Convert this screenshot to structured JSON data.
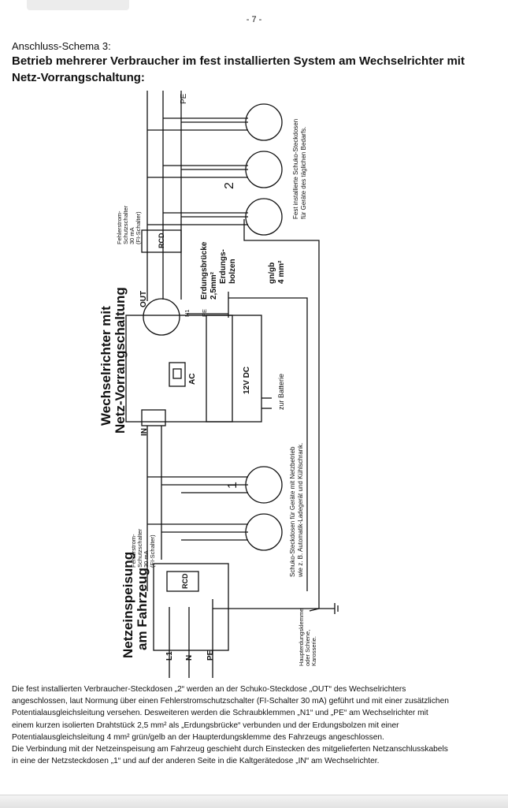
{
  "page": {
    "number": "- 7 -",
    "subtitle": "Anschluss-Schema 3:",
    "title": "Betrieb mehrerer Verbraucher im fest installierten System am Wechselrichter mit Netz-Vorrangschaltung:"
  },
  "diagram": {
    "pe_top": "PE",
    "sockets_fixed_note_1": "Fest installierte Schuko-Steckdosen",
    "sockets_fixed_note_2": "für Geräte des täglichen Bedarfs.",
    "group2": "2",
    "rcd_top_1": "Fehlerstrom-",
    "rcd_top_2": "Schutzschalter",
    "rcd_top_3": "30 mA",
    "rcd_top_4": "(FI-Schalter)",
    "rcd_label": "RCD",
    "bridge_1": "Erdungsbrücke",
    "bridge_2": "2,5mm²",
    "bolt_1": "Erdungs-",
    "bolt_2": "bolzen",
    "wire_1": "gn/gb",
    "wire_2": "4 mm²",
    "out": "OUT",
    "n1": "N1",
    "pe_small": "PE",
    "inverter_1": "Wechselrichter mit",
    "inverter_2": "Netz-Vorrangschaltung",
    "ac": "AC",
    "dc": "12V DC",
    "battery": "zur Batterie",
    "in": "IN",
    "sockets_mains_note_1": "Schuko-Steckdosen für Geräte mit Netzbetrieb",
    "sockets_mains_note_2": "wie z. B. Automatik-Ladegerät und Kühlschrank.",
    "group1": "1",
    "rcd_bottom_1": "Fehlerstrom-",
    "rcd_bottom_2": "Schutzschalter",
    "rcd_bottom_3": "30 mA",
    "rcd_bottom_4": "(FI-Schalter)",
    "feed_1": "Netzeinspeisung",
    "feed_2": "am Fahrzeug",
    "l1": "L1",
    "n": "N",
    "pe_bottom": "PE",
    "earth_1": "Haupterdungsklemme",
    "earth_2": "oder Schiene,",
    "earth_3": "Karosserie."
  },
  "text": {
    "line1": "Die fest installierten Verbraucher-Steckdosen „2“ werden an der Schuko-Steckdose „OUT“ des Wechselrichters",
    "line2": "angeschlossen, laut Normung über einen Fehlerstromschutzschalter (FI-Schalter 30 mA) geführt und mit einer zusätzlichen",
    "line3": "Potentialausgleichsleitung versehen. Desweiteren werden die Schraubklemmen „N1“ und „PE“ am Wechselrichter mit",
    "line4": "einem kurzen isolierten Drahtstück 2,5 mm² als „Erdungsbrücke“ verbunden und der Erdungsbolzen mit einer",
    "line5": "Potentialausgleichsleitung 4 mm² grün/gelb an der Haupterdungsklemme des Fahrzeugs angeschlossen.",
    "line6": "Die Verbindung mit der Netzeinspeisung am Fahrzeug geschieht durch Einstecken des mitgelieferten Netzanschlusskabels",
    "line7": "in eine der Netzsteckdosen „1“ und auf der anderen Seite in die Kaltgerätedose „IN“ am Wechselrichter."
  }
}
